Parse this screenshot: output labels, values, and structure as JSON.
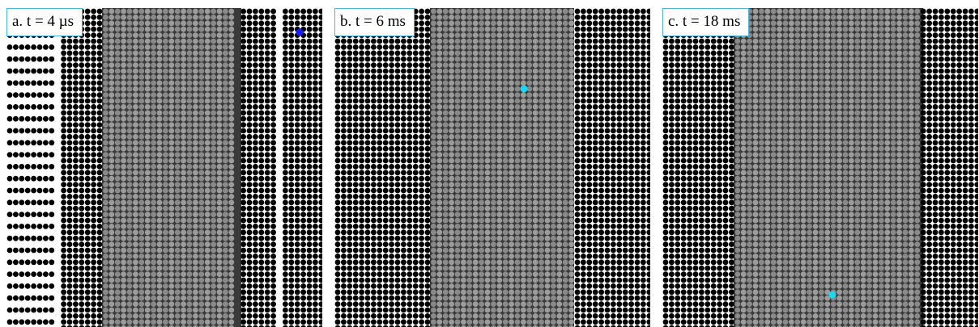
{
  "panels": [
    {
      "id": "a",
      "label": "a. t = 4 µs",
      "marker_color": "#1a1aff"
    },
    {
      "id": "b",
      "label": "b. t = 6 ms",
      "marker_color": "#1ad8f0"
    },
    {
      "id": "c",
      "label": "c. t = 18 ms",
      "marker_color": "#1ad8f0"
    }
  ],
  "colors": {
    "background": "#ffffff",
    "dark_band": "#3a3a3a",
    "black_particle": "#000000",
    "grey_particle": "#8a8a8a",
    "light_grey_particle": "#9c9c9c"
  }
}
